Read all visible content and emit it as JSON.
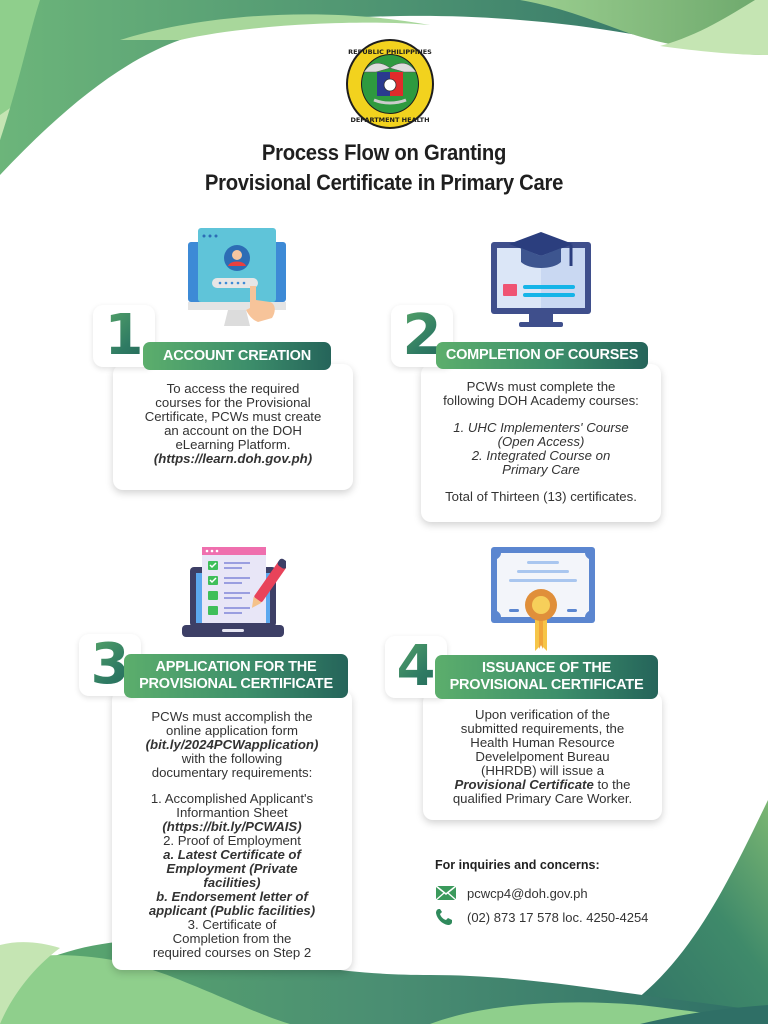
{
  "header": {
    "logo": {
      "name": "department-of-health-seal",
      "ring_top_text": "REPUBLIC of the PHILIPPINES",
      "ring_bottom_text": "DEPARTMENT of HEALTH"
    },
    "title_line1": "Process Flow on Granting",
    "title_line2": "Provisional Certificate in Primary Care"
  },
  "steps": [
    {
      "number": "1",
      "title": "ACCOUNT CREATION",
      "icon": "computer-login-icon",
      "body": [
        {
          "text": "To access the required",
          "style": "normal"
        },
        {
          "text": "courses for the Provisional",
          "style": "normal"
        },
        {
          "text": "Certificate, PCWs must create",
          "style": "normal"
        },
        {
          "text": "an account on the DOH",
          "style": "normal"
        },
        {
          "text": "eLearning Platform.",
          "style": "normal"
        },
        {
          "text": "(https://learn.doh.gov.ph)",
          "style": "bold-italic"
        }
      ]
    },
    {
      "number": "2",
      "title": "COMPLETION OF COURSES",
      "icon": "graduation-monitor-icon",
      "intro_line1": "PCWs must complete the",
      "intro_line2": "following DOH Academy courses:",
      "courses": [
        {
          "line1": "1.    UHC Implementers' Course",
          "line2": "(Open Access)"
        },
        {
          "line1": "2. Integrated Course on",
          "line2": "Primary Care"
        }
      ],
      "total": "Total of Thirteen  (13) certificates."
    },
    {
      "number": "3",
      "title_line1": "APPLICATION FOR THE",
      "title_line2": "PROVISIONAL CERTIFICATE",
      "icon": "laptop-checklist-icon",
      "body": [
        {
          "text": "PCWs must accomplish the",
          "style": "normal"
        },
        {
          "text": "online application form",
          "style": "normal"
        },
        {
          "text": "(bit.ly/2024PCWapplication)",
          "style": "bold-italic"
        },
        {
          "text": "with the following",
          "style": "normal"
        },
        {
          "text": "documentary requirements:",
          "style": "normal"
        }
      ],
      "requirements": [
        {
          "text": "1.    Accomplished Applicant's",
          "style": "normal"
        },
        {
          "text": "Informantion Sheet",
          "style": "normal"
        },
        {
          "text": "(https://bit.ly/PCWAIS)",
          "style": "bold-italic"
        },
        {
          "text": "2.   Proof of Employment",
          "style": "normal"
        },
        {
          "text": "a.  Latest Certificate of",
          "style": "bold-italic"
        },
        {
          "text": "Employment (Private",
          "style": "bold-italic"
        },
        {
          "text": "facilities)",
          "style": "bold-italic"
        },
        {
          "text": "b. Endorsement letter of",
          "style": "bold-italic"
        },
        {
          "text": "applicant (Public facilities)",
          "style": "bold-italic"
        },
        {
          "text": "3. Certificate of",
          "style": "normal"
        },
        {
          "text": "Completion from the",
          "style": "normal"
        },
        {
          "text": "required courses on Step 2",
          "style": "normal"
        }
      ]
    },
    {
      "number": "4",
      "title_line1": "ISSUANCE OF THE",
      "title_line2": "PROVISIONAL CERTIFICATE",
      "icon": "certificate-ribbon-icon",
      "body": [
        {
          "text": "Upon verification of the",
          "style": "normal"
        },
        {
          "text": "submitted requirements, the",
          "style": "normal"
        },
        {
          "text": "Health Human Resource",
          "style": "normal"
        },
        {
          "text": "Develelpoment Bureau",
          "style": "normal"
        },
        {
          "text": "(HHRDB) will issue a",
          "style": "normal"
        }
      ],
      "body_mixed": {
        "italic": "Provisional Certificate",
        "rest": " to the"
      },
      "body_last": "qualified Primary Care Worker."
    }
  ],
  "contact": {
    "heading": "For inquiries and concerns:",
    "email_icon": "envelope-icon",
    "email": "pcwcp4@doh.gov.ph",
    "phone_icon": "phone-icon",
    "phone": "(02) 873 17 578 loc. 4250-4254"
  },
  "colors": {
    "green_light": "#8fcf8c",
    "green_mid": "#4f9b72",
    "green_dark": "#2f6f66",
    "green_pale": "#c5e5b3",
    "badge_start": "#5cae6c",
    "badge_end": "#25645a"
  }
}
